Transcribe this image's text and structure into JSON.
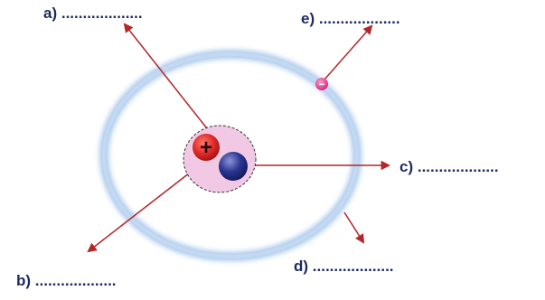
{
  "labels": {
    "a": {
      "letter": "a)",
      "blank": "..................."
    },
    "b": {
      "letter": "b)",
      "blank": "..................."
    },
    "c": {
      "letter": "c)",
      "blank": "..................."
    },
    "d": {
      "letter": "d)",
      "blank": "..................."
    },
    "e": {
      "letter": "e)",
      "blank": "..................."
    }
  },
  "nucleus": {
    "proton_symbol": "+",
    "electron_symbol": "−"
  },
  "colors": {
    "arrow": "#b3262a",
    "label_text": "#1c2a5e",
    "orbit": "#a9c8ec",
    "nucleus_halo": "#f1c9e4",
    "proton": "#e02a2a",
    "neutron": "#2a3592",
    "electron": "#e0438c"
  }
}
